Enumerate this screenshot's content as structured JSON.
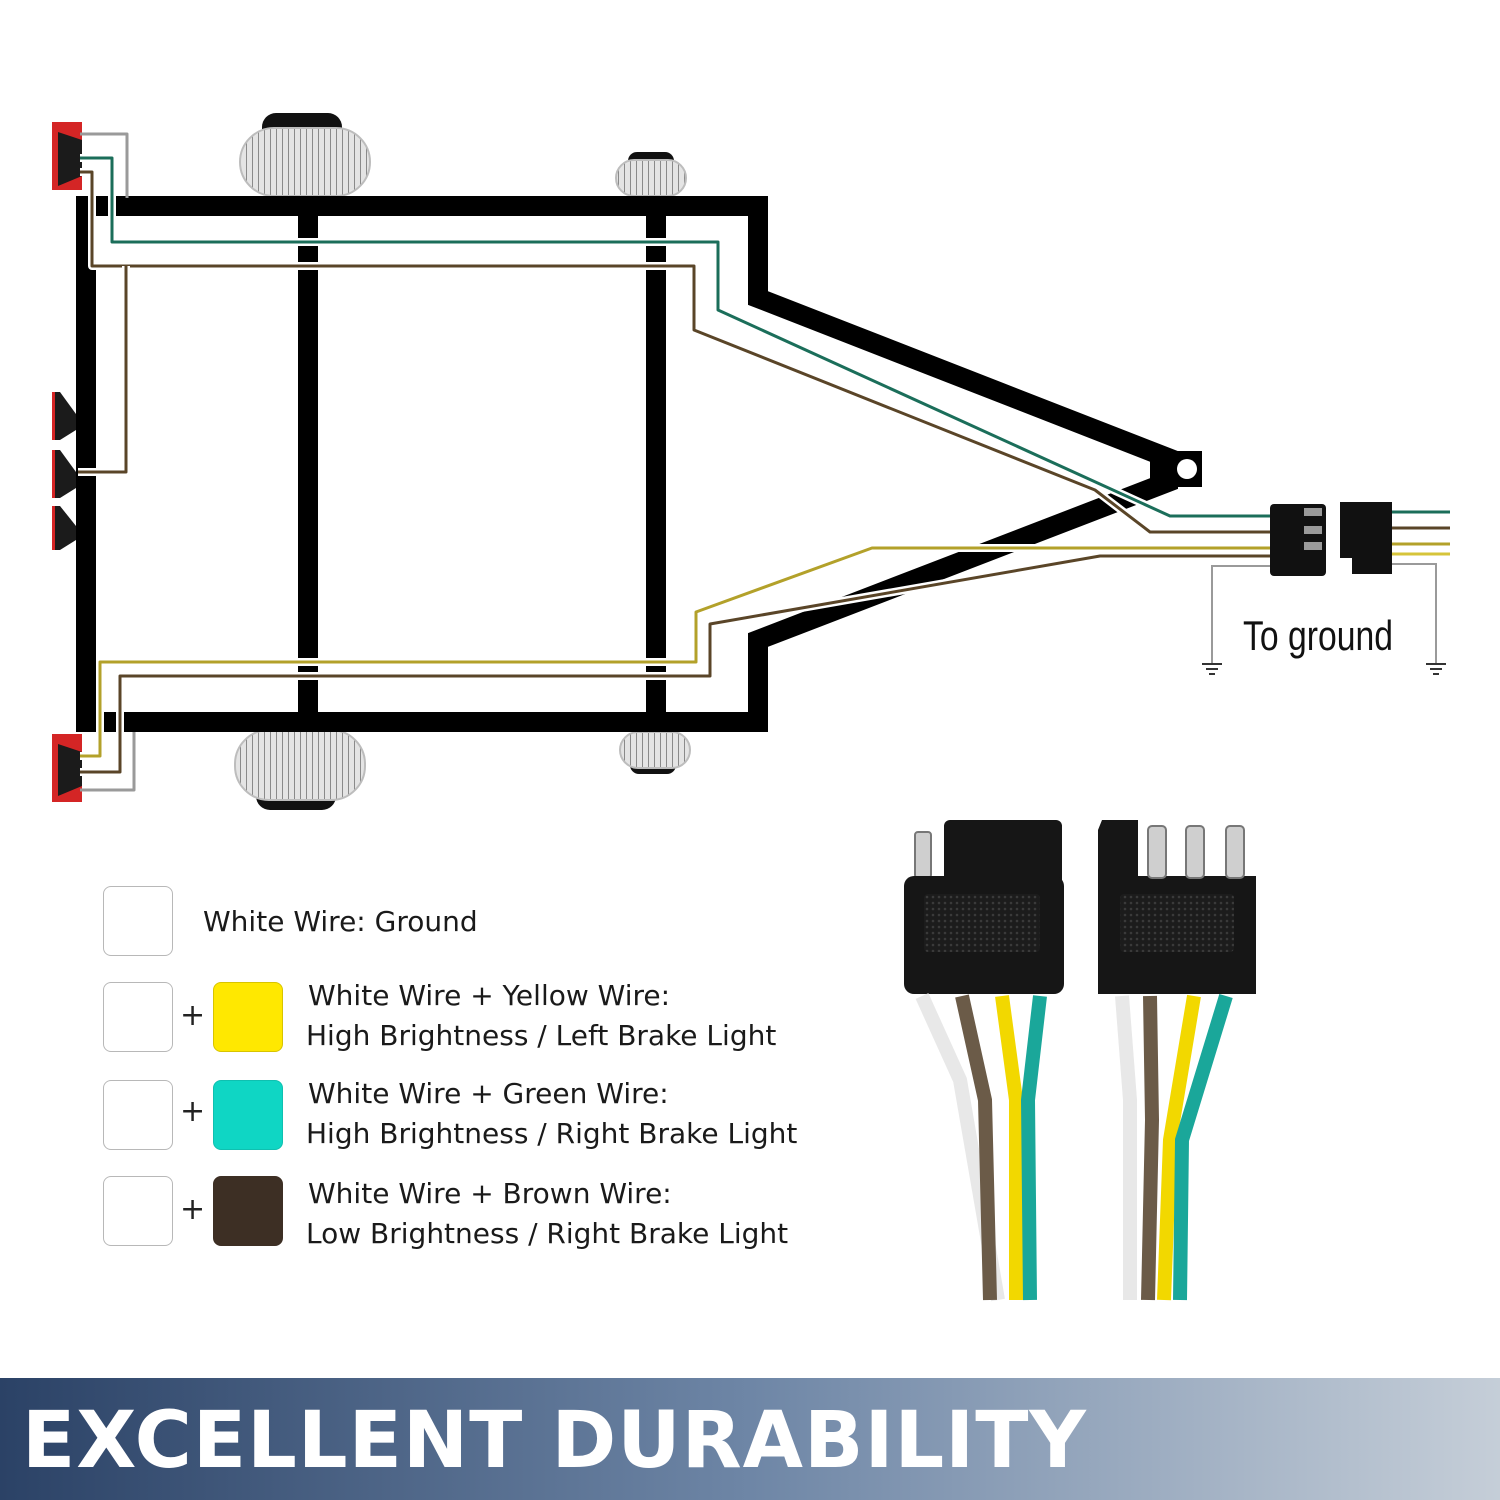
{
  "colors": {
    "frame": "#000000",
    "white_wire": "#ffffff",
    "yellow": "#ffe800",
    "green": "#0fd6c4",
    "brown": "#3d2f24",
    "wire_green": "#1b6e5a",
    "wire_brown": "#5a4528",
    "wire_yellow": "#b3a12a",
    "banner_start": "#2b4266",
    "banner_end": "#c5ced8"
  },
  "ground_label": "To ground",
  "legend": [
    {
      "swatches": [
        "white"
      ],
      "line1": "White Wire: Ground",
      "line2": ""
    },
    {
      "swatches": [
        "white",
        "yellow"
      ],
      "line1": "White Wire + Yellow Wire:",
      "line2": "High Brightness / Left Brake Light"
    },
    {
      "swatches": [
        "white",
        "green"
      ],
      "line1": "White Wire + Green Wire:",
      "line2": "High Brightness / Right Brake Light"
    },
    {
      "swatches": [
        "white",
        "brown"
      ],
      "line1": "White Wire + Brown Wire:",
      "line2": "Low Brightness / Right Brake Light"
    }
  ],
  "plus_sign": "+",
  "banner": {
    "title": "EXCELLENT DURABILITY"
  }
}
